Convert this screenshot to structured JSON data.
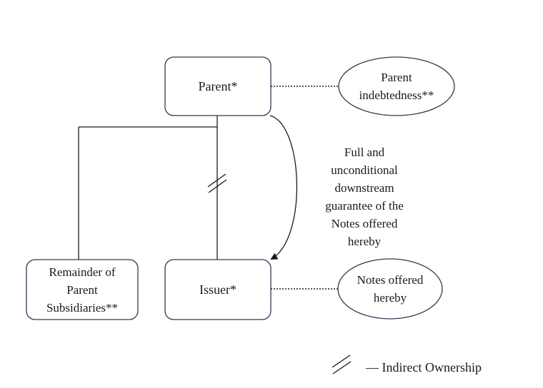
{
  "nodes": {
    "parent": "Parent*",
    "parent_indebtedness": "Parent\nindebtedness**",
    "remainder": "Remainder of\nParent\nSubsidiaries**",
    "issuer": "Issuer*",
    "notes": "Notes offered\nhereby"
  },
  "guarantee_text": "Full and\nunconditional\ndownstream\nguarantee of the\nNotes offered\nhereby",
  "legend": {
    "indirect_ownership": "— Indirect Ownership"
  }
}
